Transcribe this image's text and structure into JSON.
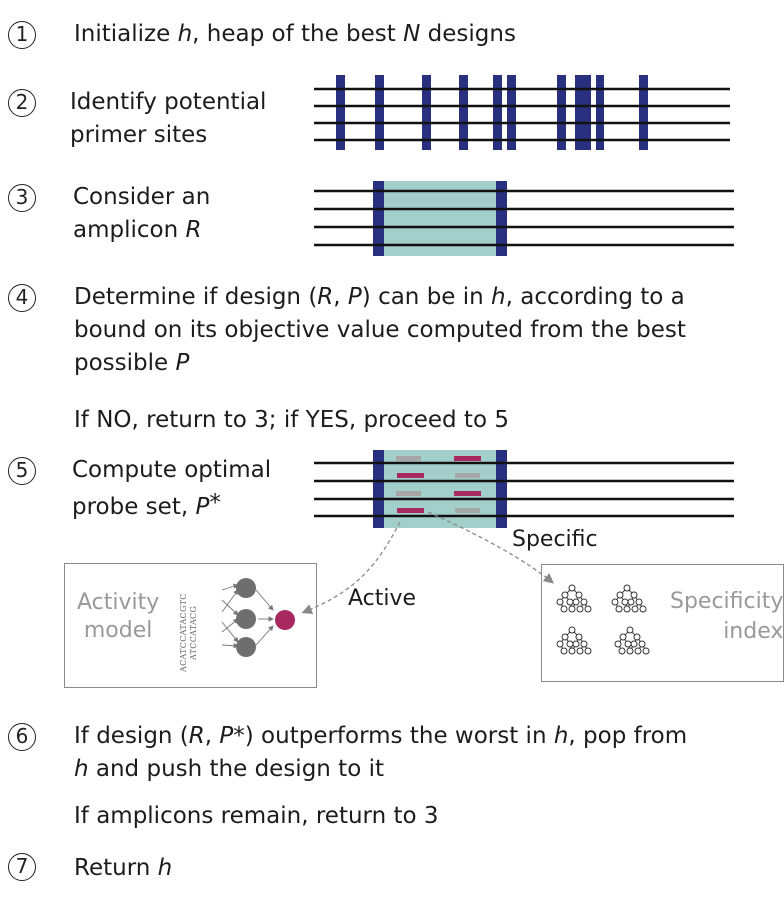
{
  "steps": [
    {
      "num": "1",
      "parts": [
        "Initialize ",
        "h",
        ", heap of the best ",
        "N",
        " designs"
      ]
    },
    {
      "num": "2",
      "line1": "Identify potential",
      "line2": "primer sites"
    },
    {
      "num": "3",
      "line1": "Consider an",
      "line2_a": "amplicon ",
      "line2_b": "R"
    },
    {
      "num": "4",
      "line1_parts": [
        "Determine if design (",
        "R",
        ", ",
        "P",
        ") can be in ",
        "h",
        ", according to a"
      ],
      "line2": "bound on its objective value computed from the best",
      "line3_a": "possible ",
      "line3_b": "P",
      "followup": "If NO, return to 3; if YES, proceed to 5"
    },
    {
      "num": "5",
      "line1": "Compute optimal",
      "line2_a": "probe set, ",
      "line2_b": "P",
      "line2_c": "*"
    },
    {
      "num": "6",
      "line1_parts": [
        "If design (",
        "R",
        ", ",
        "P",
        "*) outperforms the worst in ",
        "h",
        ", pop from"
      ],
      "line2_a": "h",
      "line2_b": " and push the design to it",
      "followup": "If amplicons remain, return to 3"
    },
    {
      "num": "7",
      "parts": [
        "Return ",
        "h"
      ]
    }
  ],
  "activity_box": {
    "line1": "Activity",
    "line2": "model",
    "seq1": "ACATCCATACGTC",
    "seq2": "ATCCATACG"
  },
  "specificity_box": {
    "line1": "Specificity",
    "line2": "index"
  },
  "labels": {
    "active": "Active",
    "specific": "Specific"
  },
  "colors": {
    "primer": "#28307f",
    "amplicon": "#a3cfcb",
    "probe": "#a82860",
    "probe_gray": "#a6a6a6",
    "node_gray": "#6e6e6e"
  }
}
